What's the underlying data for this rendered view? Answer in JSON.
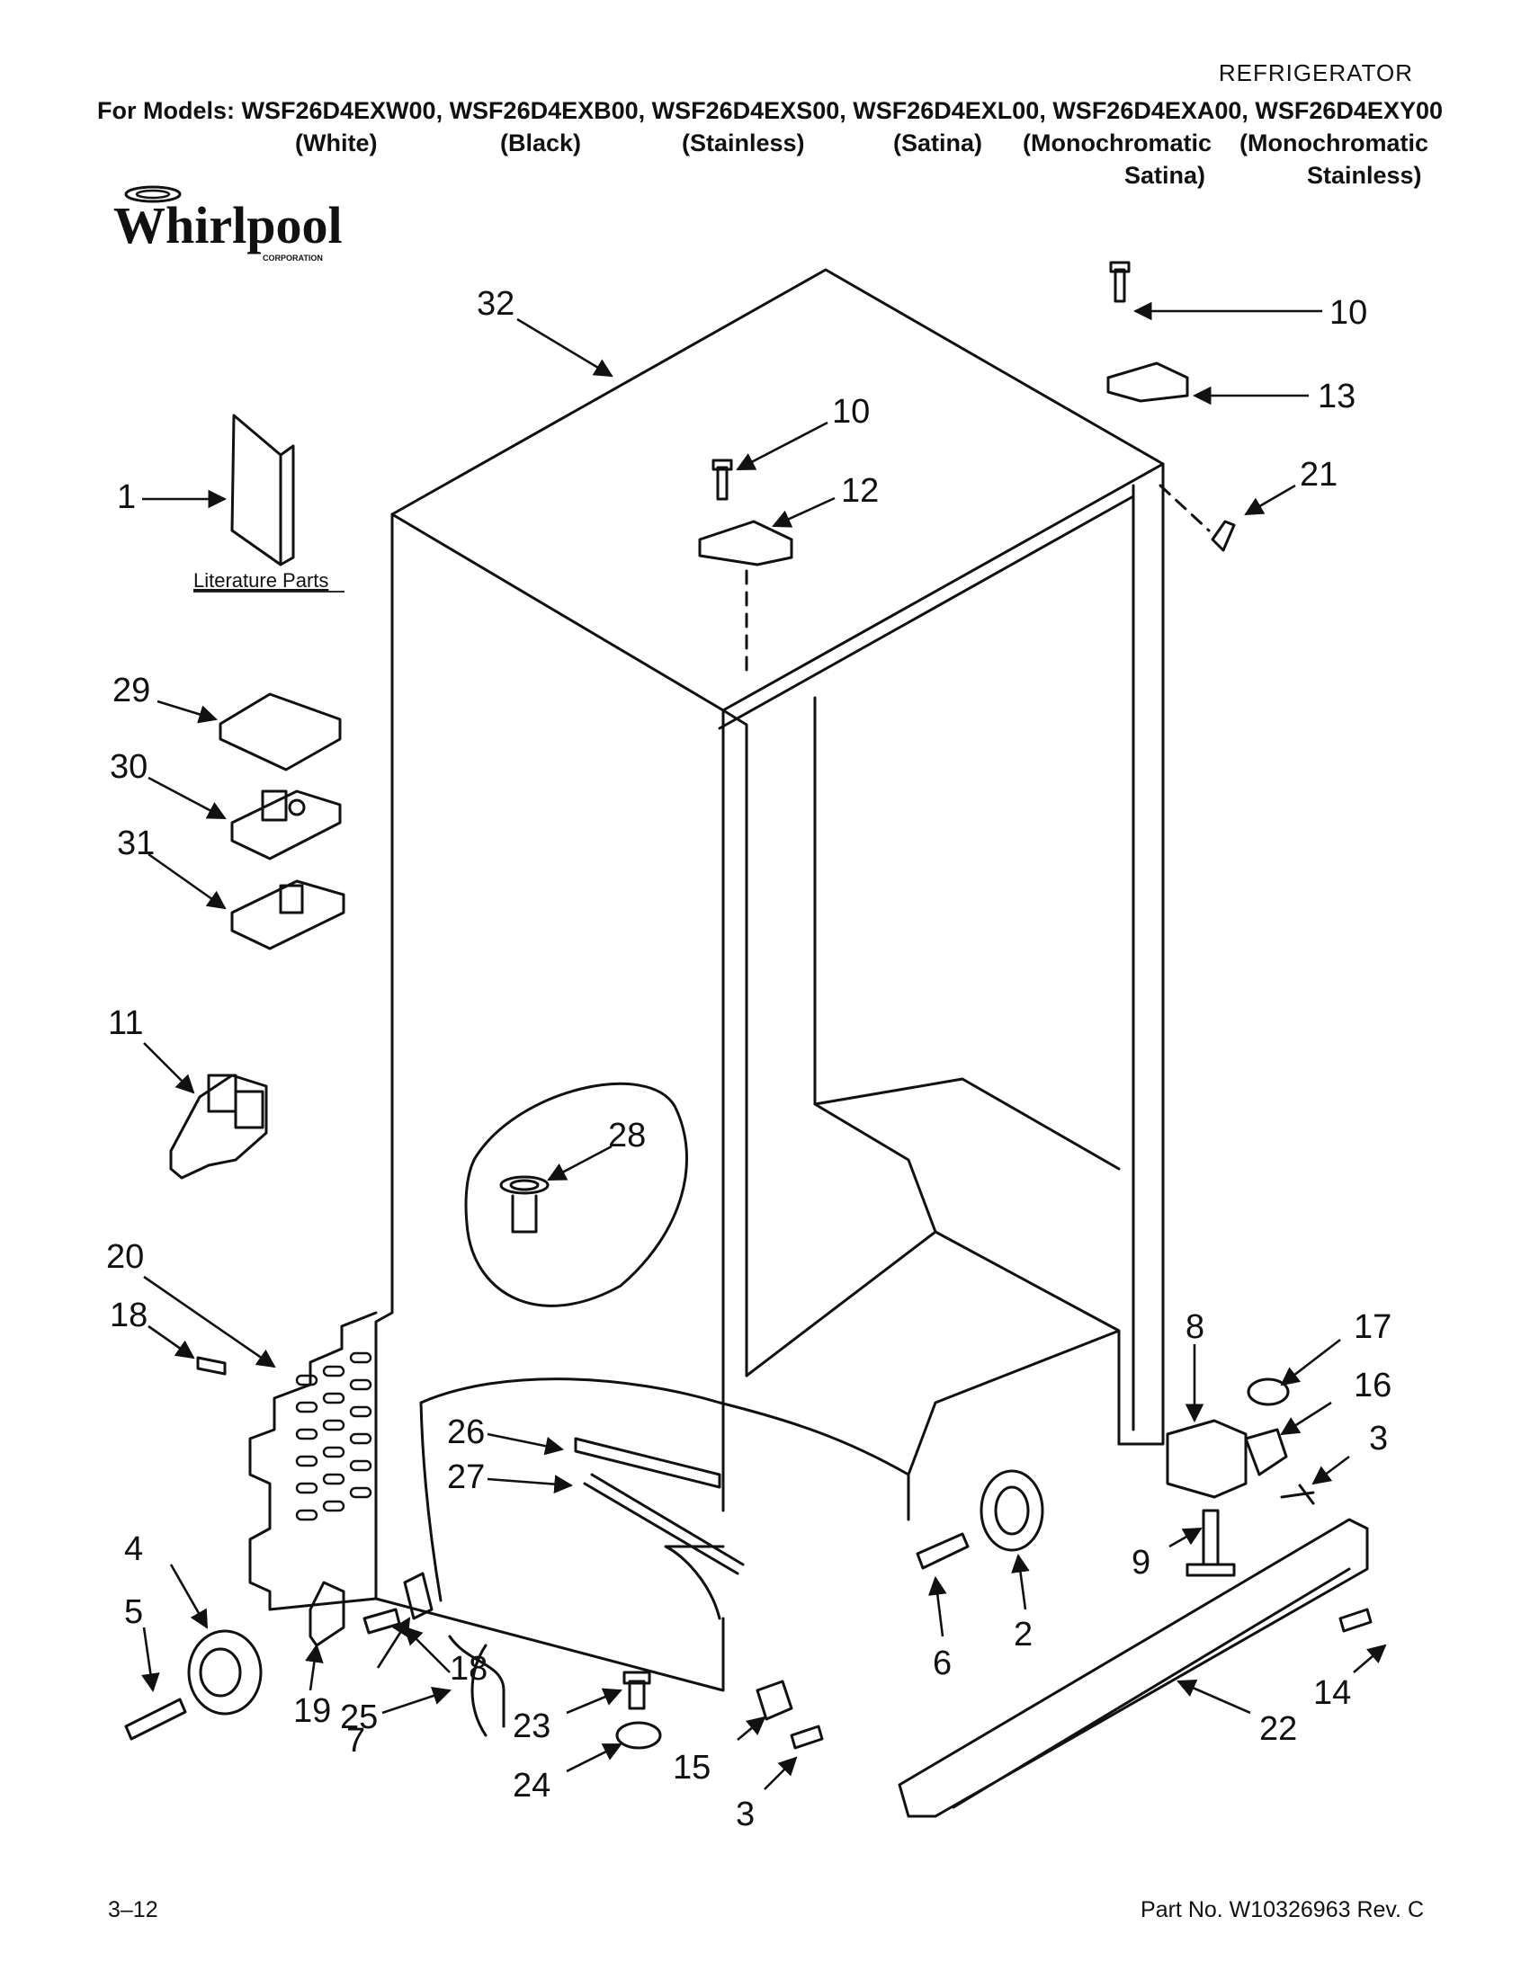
{
  "header": {
    "category": "REFRIGERATOR",
    "models_line": "For Models: WSF26D4EXW00, WSF26D4EXB00, WSF26D4EXS00, WSF26D4EXL00, WSF26D4EXA00, WSF26D4EXY00",
    "colors": [
      "(White)",
      "(Black)",
      "(Stainless)",
      "(Satina)",
      "(Monochromatic",
      "(Monochromatic"
    ],
    "colors_line2": [
      "Satina)",
      "Stainless)"
    ]
  },
  "logo": {
    "brand": "Whirlpool",
    "sub": "CORPORATION"
  },
  "literature_label": "Literature Parts",
  "callouts": [
    "32",
    "10",
    "13",
    "21",
    "1",
    "10",
    "12",
    "29",
    "30",
    "31",
    "11",
    "28",
    "20",
    "18",
    "8",
    "17",
    "16",
    "3",
    "26",
    "27",
    "9",
    "4",
    "5",
    "18",
    "19",
    "25",
    "7",
    "2",
    "6",
    "14",
    "23",
    "15",
    "24",
    "22",
    "3"
  ],
  "footer": {
    "page": "3–12",
    "part_number": "Part No. W10326963 Rev. C"
  }
}
